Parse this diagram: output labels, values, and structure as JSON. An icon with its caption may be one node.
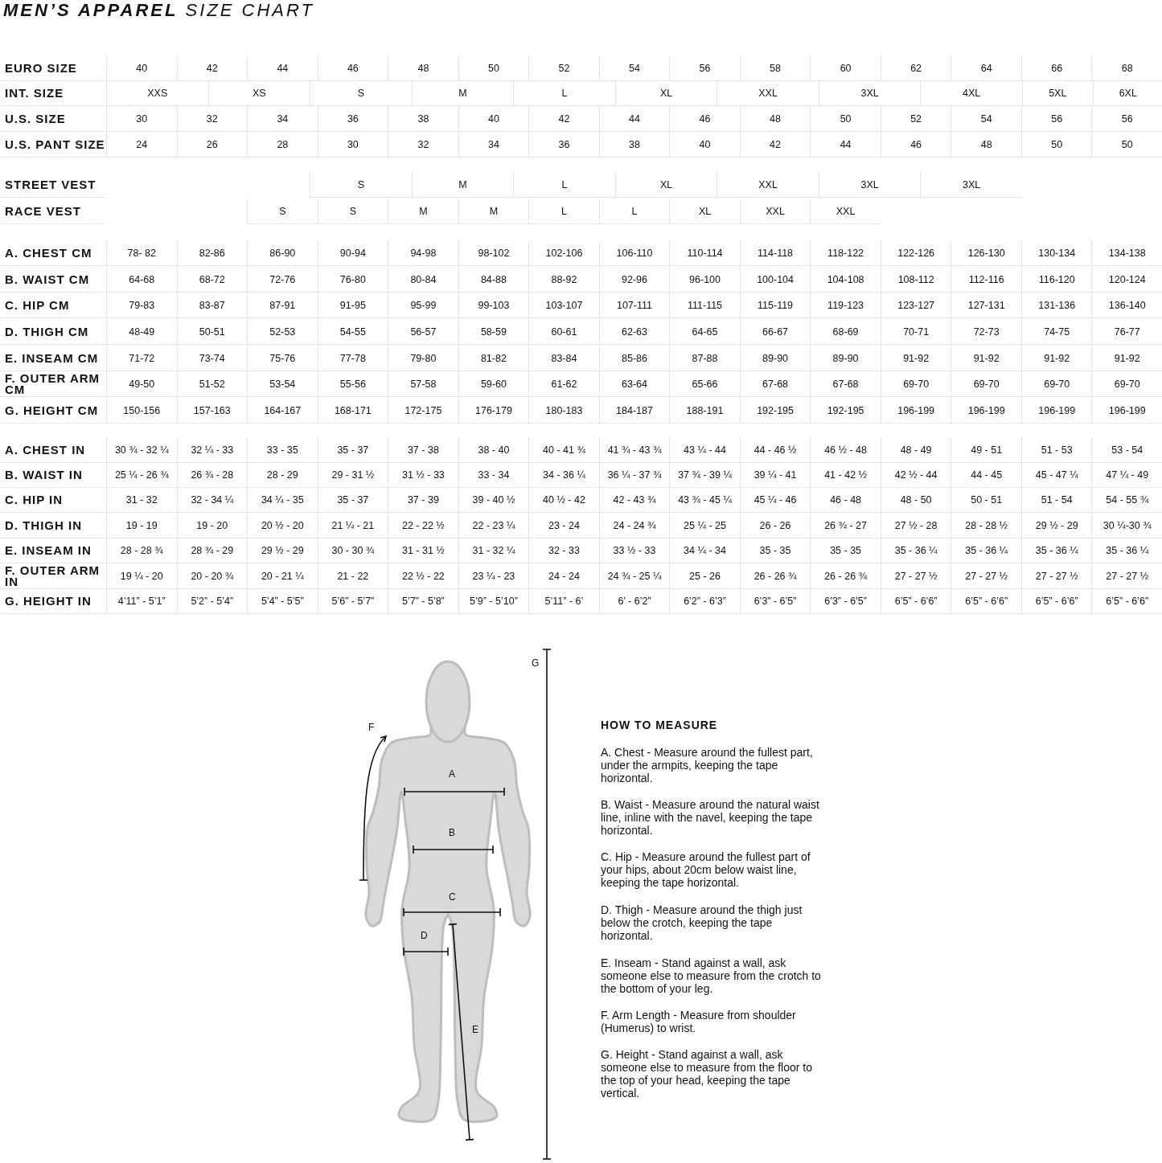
{
  "diagram": {
    "title": "**MEN’S APPAREL** SIZE CHART",
    "labels": [
      "EURO SIZE",
      "40",
      "42",
      "44",
      "46",
      "48",
      "50",
      "52",
      "54",
      "56",
      "58",
      "60",
      "62",
      "64",
      "66",
      "68",
      "INT. SIZE",
      "XXS",
      "XS",
      "S",
      "M",
      "L",
      "XL",
      "XXL",
      "3XL",
      "4XL",
      "5XL",
      "6XL",
      "U.S. SIZE",
      "30",
      "32",
      "34",
      "36",
      "38",
      "40",
      "42",
      "44",
      "46",
      "48",
      "50",
      "52",
      "54",
      "56",
      "56",
      "U.S. PANT SIZE",
      "24",
      "26",
      "28",
      "30",
      "32",
      "34",
      "36",
      "38",
      "40",
      "42",
      "44",
      "46",
      "48",
      "50",
      "50",
      "STREET VEST",
      "S",
      "M",
      "L",
      "XL",
      "XXL",
      "3XL",
      "3XL",
      "RACE VEST",
      "S",
      "S",
      "M",
      "M",
      "L",
      "L",
      "XL",
      "XXL",
      "XXL",
      "A. CHEST CM",
      "78- 82",
      "82-86",
      "86-90",
      "90-94",
      "94-98",
      "98-102",
      "102-106",
      "106-110",
      "110-114",
      "114-118",
      "118-122",
      "122-126",
      "126-130",
      "130-134",
      "134-138",
      "B. WAIST CM",
      "64-68",
      "68-72",
      "72-76",
      "76-80",
      "80-84",
      "84-88",
      "88-92",
      "92-96",
      "96-100",
      "100-104",
      "104-108",
      "108-112",
      "112-116",
      "116-120",
      "120-124",
      "C. HIP CM",
      "79-83",
      "83-87",
      "87-91",
      "91-95",
      "95-99",
      "99-103",
      "103-107",
      "107-111",
      "111-115",
      "115-119",
      "119-123",
      "123-127",
      "127-131",
      "131-136",
      "136-140",
      "D. THIGH CM",
      "48-49",
      "50-51",
      "52-53",
      "54-55",
      "56-57",
      "58-59",
      "60-61",
      "62-63",
      "64-65",
      "66-67",
      "68-69",
      "70-71",
      "72-73",
      "74-75",
      "76-77",
      "E. INSEAM CM",
      "71-72",
      "73-74",
      "75-76",
      "77-78",
      "79-80",
      "81-82",
      "83-84",
      "85-86",
      "87-88",
      "89-90",
      "89-90",
      "91-92",
      "91-92",
      "91-92",
      "91-92",
      "F. OUTER ARM CM",
      "49-50",
      "51-52",
      "53-54",
      "55-56",
      "57-58",
      "59-60",
      "61-62",
      "63-64",
      "65-66",
      "67-68",
      "67-68",
      "69-70",
      "69-70",
      "69-70",
      "69-70",
      "G. HEIGHT CM",
      "150-156",
      "157-163",
      "164-167",
      "168-171",
      "172-175",
      "176-179",
      "180-183",
      "184-187",
      "188-191",
      "192-195",
      "192-195",
      "196-199",
      "196-199",
      "196-199",
      "196-199",
      "A. CHEST IN",
      "30 ¾ - 32 ¼",
      "32 ¼ - 33",
      "33 - 35",
      "35 - 37",
      "37 - 38",
      "38 - 40",
      "40 - 41 ¾",
      "41 ¾ - 43 ¾",
      "43 ¼ - 44",
      "44 - 46 ½",
      "46 ½ - 48",
      "48 - 49",
      "49 - 51",
      "51 - 53",
      "53 - 54",
      "B. WAIST IN",
      "25 ¼ - 26 ¾",
      "26 ¾ - 28",
      "28 - 29",
      "29 - 31 ½",
      "31 ½ - 33",
      "33 - 34",
      "34 - 36 ¼",
      "36 ¼ - 37 ¾",
      "37 ¾ - 39 ¼",
      "39 ¼ - 41",
      "41 - 42 ½",
      "42 ½ - 44",
      "44 - 45",
      "45 - 47 ¼",
      "47 ¼ - 49",
      "C. HIP IN",
      "31 - 32",
      "32 - 34 ¼",
      "34 ¼ - 35",
      "35 - 37",
      "37 - 39",
      "39 - 40 ½",
      "40 ½ - 42",
      "42 - 43 ¾",
      "43 ¾ - 45 ¼",
      "45 ¼ - 46",
      "46 - 48",
      "48 - 50",
      "50 - 51",
      "51 - 54",
      "54 - 55 ¾",
      "D. THIGH IN",
      "19 - 19",
      "19 - 20",
      "20 ½ - 20",
      "21 ¼ - 21",
      "22 - 22 ½",
      "22 - 23 ¼",
      "23 - 24",
      "24 - 24 ¾",
      "25 ¼ - 25",
      "26 - 26",
      "26 ¾ - 27",
      "27 ½ - 28",
      "28 - 28 ½",
      "29 ½ - 29",
      "30 ¼-30 ¾",
      "E. INSEAM IN",
      "28 - 28 ¾",
      "28 ¾ - 29",
      "29 ½ - 29",
      "30 - 30 ¾",
      "31 - 31 ½",
      "31 - 32 ¼",
      "32 - 33",
      "33 ½ - 33",
      "34 ¼ - 34",
      "35 - 35",
      "35 - 35",
      "35 - 36 ¼",
      "35 - 36 ¼",
      "35 - 36 ¼",
      "35 - 36 ¼",
      "F. OUTER ARM IN",
      "19 ¼ - 20",
      "20 - 20 ¾",
      "20 - 21 ¼",
      "21 - 22",
      "22 ½ - 22",
      "23 ¼ - 23",
      "24 - 24",
      "24 ¾ - 25 ¼",
      "25 - 26",
      "26 - 26 ¾",
      "26 - 26 ¾",
      "27 - 27 ½",
      "27 - 27 ½",
      "27 - 27 ½",
      "27 - 27 ½",
      "G. HEIGHT IN",
      "4’11” - 5’1”",
      "5’2” - 5’4”",
      "5’4” - 5’5”",
      "5’6” - 5’7”",
      "5’7” - 5’8”",
      "5’9” - 5’10”",
      "5’11” - 6’",
      "6’ - 6’2”",
      "6’2” - 6’3”",
      "6’3” - 6’5”",
      "6’3” - 6’5”",
      "6’5” - 6’6”",
      "6’5” - 6’6”",
      "6’5” - 6’6”",
      "6’5” - 6’6”",
      "G",
      "F",
      "A",
      "B",
      "C",
      "D",
      "E",
      "HOW TO MEASURE",
      "A. Chest - Measure around the fullest part, under the armpits, keeping the tape horizontal.",
      "B. Waist - Measure around the natural waist line, inline with the navel, keeping the tape horizontal.",
      "C. Hip - Measure around the fullest part of your hips, about 20cm below waist line, keeping the tape horizontal.",
      "D. Thigh - Measure around the thigh just below the crotch, keeping the tape horizontal.",
      "E. Inseam - Stand against a wall, ask someone else to measure from the crotch to the bottom of your leg.",
      "F. Arm Length - Measure from shoulder (Humerus) to wrist.",
      "G. Height - Stand against a wall, ask someone else to measure from the floor to the top of your head, keeping the tape vertical."
    ]
  }
}
